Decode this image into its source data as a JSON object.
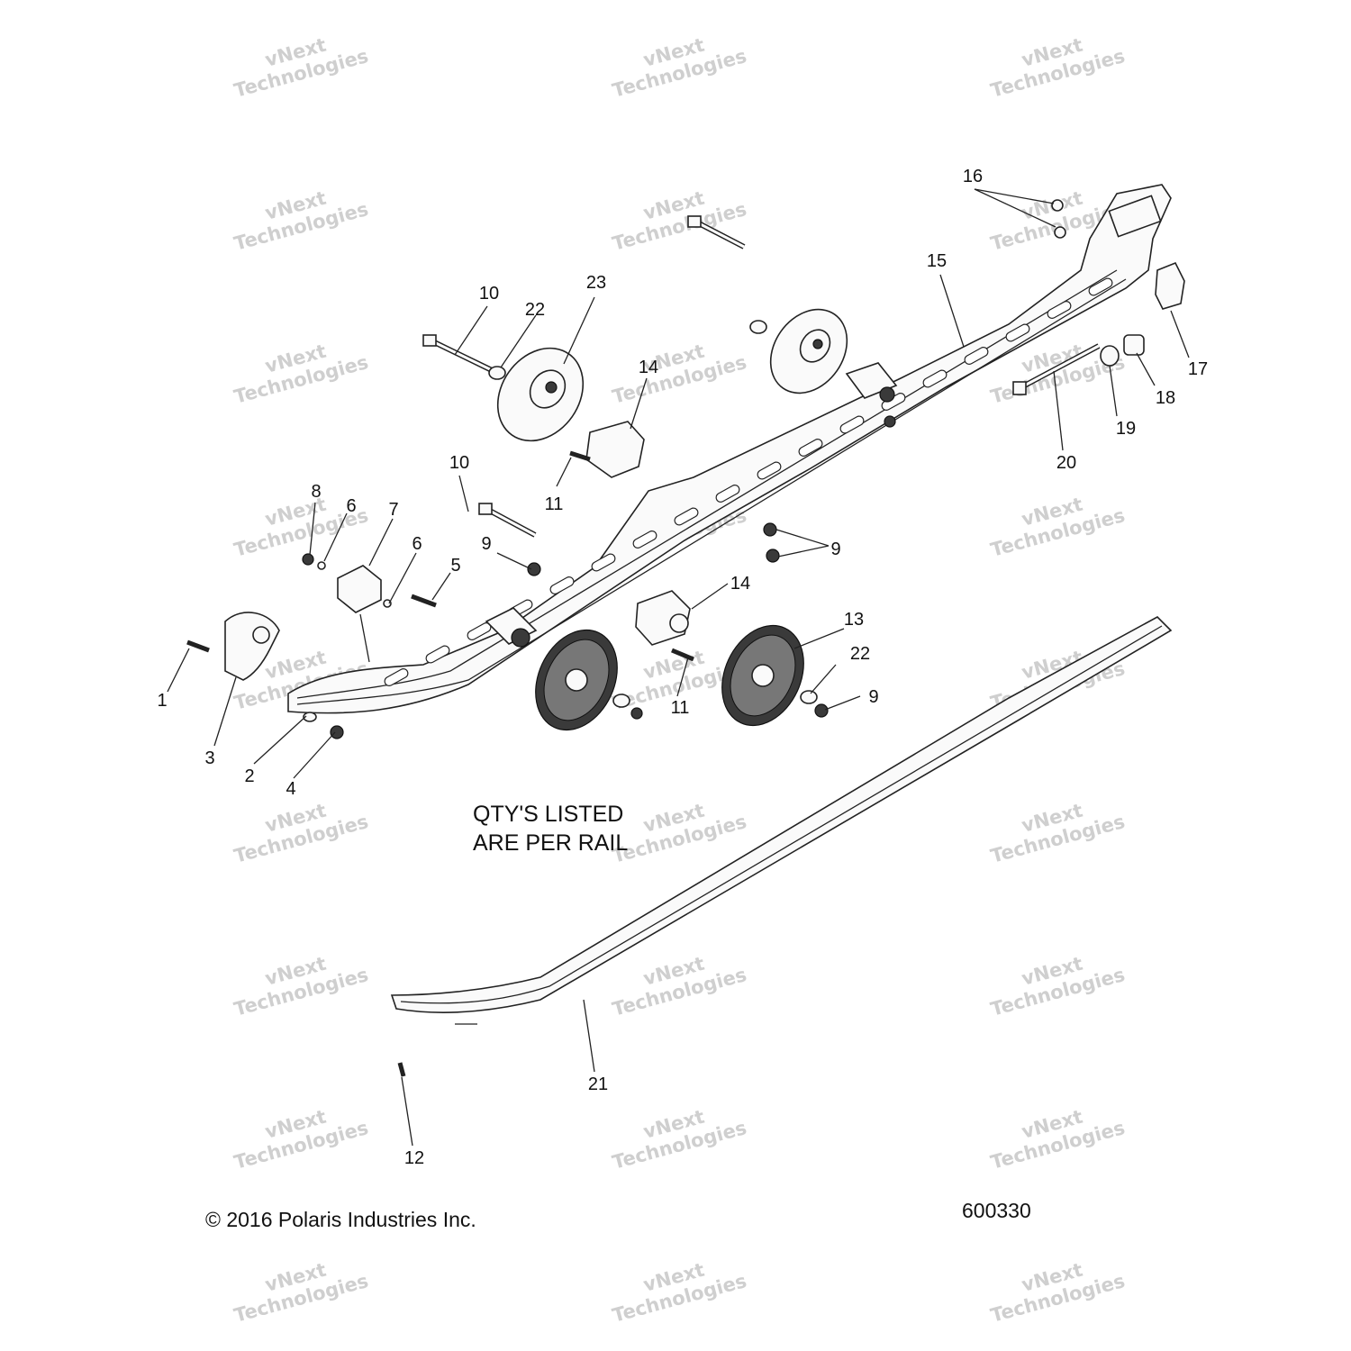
{
  "note_lines": [
    "QTY'S LISTED",
    "ARE PER RAIL"
  ],
  "copyright": "© 2016 Polaris Industries Inc.",
  "diagram_number": "600330",
  "watermark_lines": [
    "vNext",
    "Technologies"
  ],
  "callouts": {
    "c1": "1",
    "c2": "2",
    "c3": "3",
    "c4": "4",
    "c5": "5",
    "c6a": "6",
    "c6b": "6",
    "c7": "7",
    "c8": "8",
    "c9a": "9",
    "c9b": "9",
    "c9c": "9",
    "c10a": "10",
    "c10b": "10",
    "c11a": "11",
    "c11b": "11",
    "c12": "12",
    "c13": "13",
    "c14a": "14",
    "c14b": "14",
    "c15": "15",
    "c16": "16",
    "c17": "17",
    "c18": "18",
    "c19": "19",
    "c20": "20",
    "c21": "21",
    "c22a": "22",
    "c22b": "22",
    "c23": "23"
  }
}
